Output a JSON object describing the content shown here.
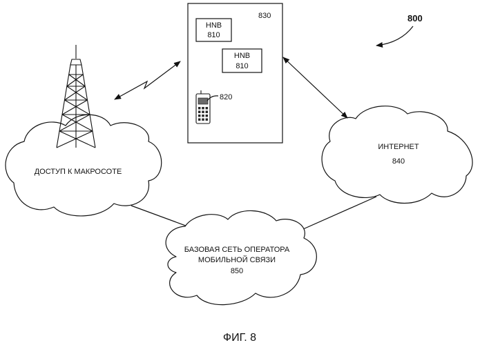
{
  "figure": {
    "ref_number": "800",
    "caption": "ФИГ. 8"
  },
  "site": {
    "ref_number": "830",
    "hnb_1": {
      "name": "HNB",
      "ref": "810"
    },
    "hnb_2": {
      "name": "HNB",
      "ref": "810"
    },
    "handset_ref": "820"
  },
  "clouds": {
    "macro": {
      "label": "ДОСТУП К МАКРОСОТЕ"
    },
    "internet": {
      "label": "ИНТЕРНЕТ",
      "ref": "840"
    },
    "core": {
      "line1": "БАЗОВАЯ СЕТЬ ОПЕРАТОРА",
      "line2": "МОБИЛЬНОЙ СВЯЗИ",
      "ref": "850"
    }
  }
}
